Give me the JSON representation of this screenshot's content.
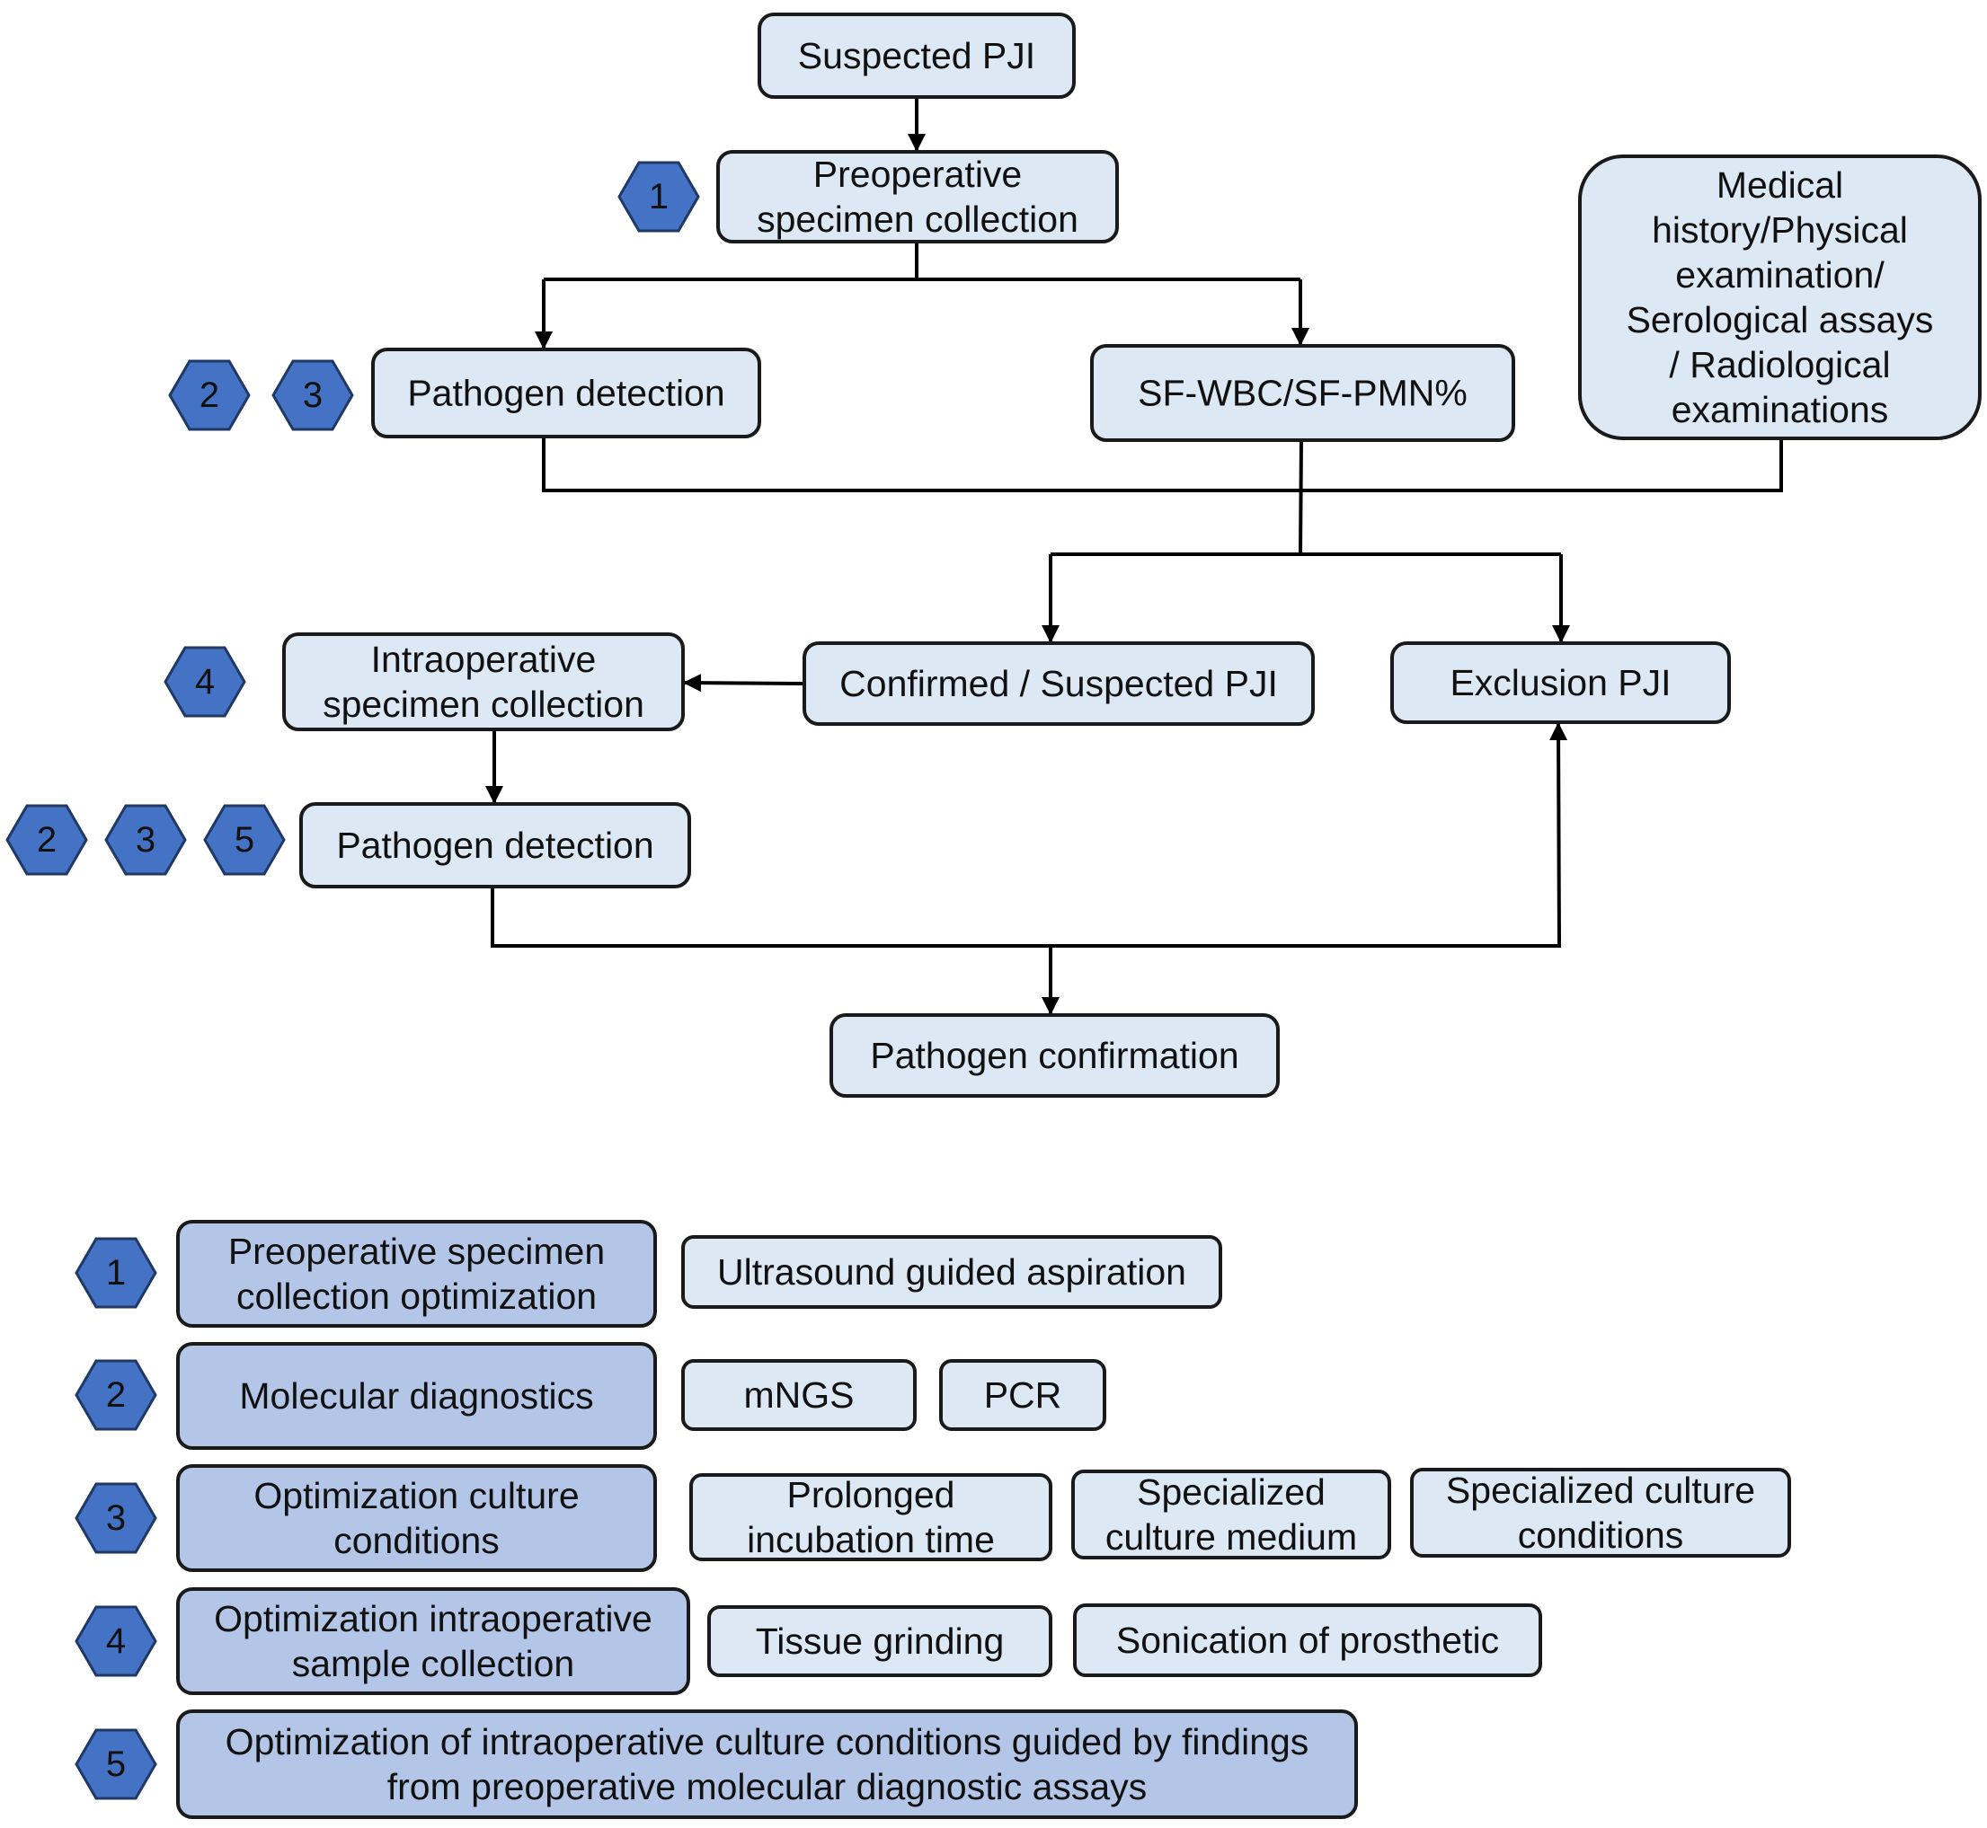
{
  "colors": {
    "box_fill": "#dde8f5",
    "legend_key_fill": "#b4c6e7",
    "badge_fill": "#4472c4",
    "stroke": "#1a1a1a"
  },
  "flow": {
    "suspected_pji": [
      "Suspected PJI"
    ],
    "preop_collection": [
      "Preoperative",
      "specimen collection"
    ],
    "pathogen_detection_preop": [
      "Pathogen detection"
    ],
    "sf_wbc": [
      "SF-WBC/SF-PMN%"
    ],
    "clinical": [
      "Medical",
      "history/Physical",
      "examination/",
      "Serological assays",
      "/ Radiological",
      "examinations"
    ],
    "confirmed": [
      "Confirmed / Suspected PJI"
    ],
    "exclusion": [
      "Exclusion PJI"
    ],
    "intraop_collection": [
      "Intraoperative",
      "specimen collection"
    ],
    "pathogen_detection_intraop": [
      "Pathogen detection"
    ],
    "pathogen_confirmation": [
      "Pathogen confirmation"
    ]
  },
  "badges": {
    "preop_collection": [
      "1"
    ],
    "pathogen_detection_preop": [
      "2",
      "3"
    ],
    "intraop_collection": [
      "4"
    ],
    "pathogen_detection_intraop": [
      "2",
      "3",
      "5"
    ]
  },
  "legend": [
    {
      "number": "1",
      "title": [
        "Preoperative specimen",
        "collection optimization"
      ],
      "items": [
        [
          "Ultrasound guided aspiration"
        ]
      ]
    },
    {
      "number": "2",
      "title": [
        "Molecular diagnostics"
      ],
      "items": [
        [
          "mNGS"
        ],
        [
          "PCR"
        ]
      ]
    },
    {
      "number": "3",
      "title": [
        "Optimization culture",
        "conditions"
      ],
      "items": [
        [
          "Prolonged",
          "incubation time"
        ],
        [
          "Specialized",
          "culture medium"
        ],
        [
          "Specialized culture",
          "conditions"
        ]
      ]
    },
    {
      "number": "4",
      "title": [
        "Optimization intraoperative",
        "sample collection"
      ],
      "items": [
        [
          "Tissue grinding"
        ],
        [
          "Sonication of prosthetic"
        ]
      ]
    },
    {
      "number": "5",
      "title": [
        "Optimization of intraoperative culture conditions guided by findings",
        "from preoperative molecular diagnostic assays"
      ],
      "items": []
    }
  ]
}
